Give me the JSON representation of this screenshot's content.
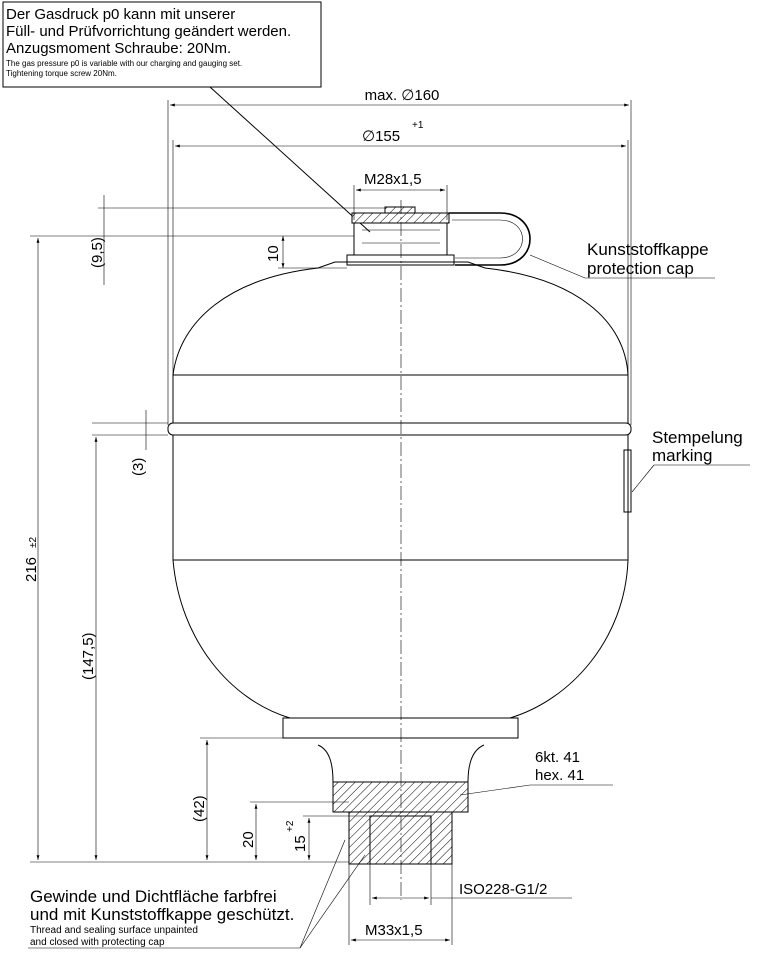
{
  "note_top": {
    "line1": "Der Gasdruck p0 kann mit unserer",
    "line2": "Füll- und Prüfvorrichtung geändert werden.",
    "line3": "Anzugsmoment Schraube: 20Nm.",
    "line4": "The gas pressure p0 is variable with our charging and gauging set.",
    "line5": "Tightening torque screw 20Nm."
  },
  "dimensions": {
    "max_diameter": "max. ∅160",
    "inner_diameter": "∅155",
    "inner_diameter_tol": "+1",
    "top_thread": "M28x1,5",
    "cap_offset": "(9,5)",
    "cap_height": "10",
    "band_offset": "(3)",
    "total_height": "216",
    "total_height_tol": "±2",
    "lower_height": "(147,5)",
    "port_height": "(42)",
    "thread_length": "20",
    "thread_depth": "15",
    "thread_depth_tol": "+2",
    "port_standard": "ISO228-G1/2",
    "bottom_thread": "M33x1,5"
  },
  "labels": {
    "cap_de": "Kunststoffkappe",
    "cap_en": "protection cap",
    "marking_de": "Stempelung",
    "marking_en": "marking",
    "hex_de": "6kt. 41",
    "hex_en": "hex. 41"
  },
  "note_bottom": {
    "line1": "Gewinde und Dichtfläche farbfrei",
    "line2": "und mit Kunststoffkappe geschützt.",
    "line3": "Thread and sealing surface unpainted",
    "line4": "and closed with protecting cap"
  }
}
